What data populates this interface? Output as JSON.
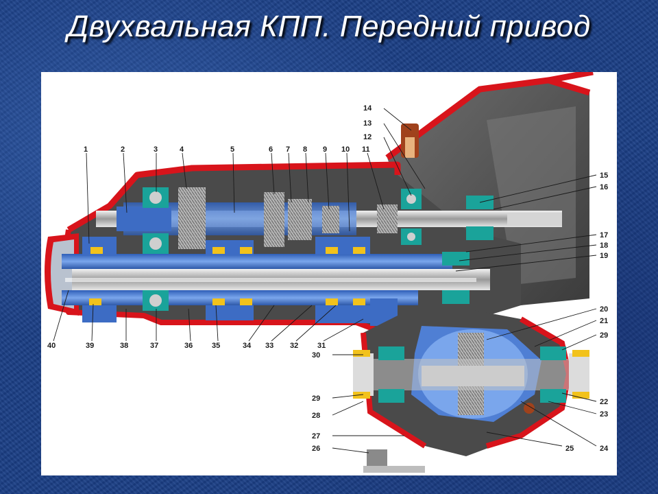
{
  "slide": {
    "title": "Двухвальная КПП. Передний привод"
  },
  "diagram": {
    "callouts": [
      "1",
      "2",
      "3",
      "4",
      "5",
      "6",
      "7",
      "8",
      "9",
      "10",
      "11",
      "12",
      "13",
      "14",
      "15",
      "16",
      "17",
      "18",
      "19",
      "20",
      "21",
      "22",
      "23",
      "24",
      "25",
      "26",
      "27",
      "28",
      "29",
      "29",
      "30",
      "31",
      "32",
      "33",
      "34",
      "35",
      "36",
      "37",
      "38",
      "39",
      "40"
    ],
    "colors": {
      "housing": "#d8141b",
      "casting": "#5a5a5a",
      "shafts": "#4f7fd4",
      "steel": "#c9c9c9",
      "bearings_outer": "#1aa39a",
      "synchro": "#f2c21b",
      "background": "#1b3f86"
    }
  }
}
